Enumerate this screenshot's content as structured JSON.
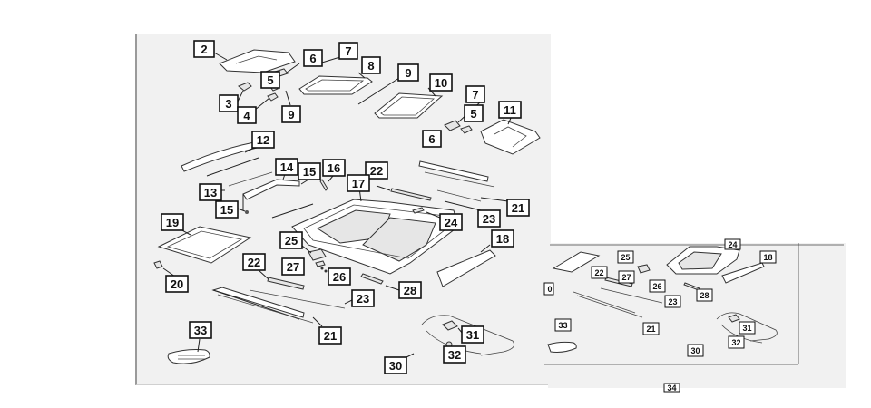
{
  "callouts": [
    {
      "id": "2",
      "text": "2"
    },
    {
      "id": "6a",
      "text": "6"
    },
    {
      "id": "7a",
      "text": "7"
    },
    {
      "id": "8",
      "text": "8"
    },
    {
      "id": "9a",
      "text": "9"
    },
    {
      "id": "10",
      "text": "10"
    },
    {
      "id": "5a",
      "text": "5"
    },
    {
      "id": "3",
      "text": "3"
    },
    {
      "id": "4",
      "text": "4"
    },
    {
      "id": "9b",
      "text": "9"
    },
    {
      "id": "7b",
      "text": "7"
    },
    {
      "id": "11",
      "text": "11"
    },
    {
      "id": "5b",
      "text": "5"
    },
    {
      "id": "6b",
      "text": "6"
    },
    {
      "id": "12",
      "text": "12"
    },
    {
      "id": "14",
      "text": "14"
    },
    {
      "id": "15a",
      "text": "15"
    },
    {
      "id": "16",
      "text": "16"
    },
    {
      "id": "22a",
      "text": "22"
    },
    {
      "id": "17",
      "text": "17"
    },
    {
      "id": "13",
      "text": "13"
    },
    {
      "id": "21a",
      "text": "21"
    },
    {
      "id": "15b",
      "text": "15"
    },
    {
      "id": "23a",
      "text": "23"
    },
    {
      "id": "24",
      "text": "24"
    },
    {
      "id": "19",
      "text": "19"
    },
    {
      "id": "18",
      "text": "18"
    },
    {
      "id": "25",
      "text": "25"
    },
    {
      "id": "20",
      "text": "20"
    },
    {
      "id": "22b",
      "text": "22"
    },
    {
      "id": "27",
      "text": "27"
    },
    {
      "id": "26",
      "text": "26"
    },
    {
      "id": "28",
      "text": "28"
    },
    {
      "id": "23b",
      "text": "23"
    },
    {
      "id": "21b",
      "text": "21"
    },
    {
      "id": "33",
      "text": "33"
    },
    {
      "id": "31",
      "text": "31"
    },
    {
      "id": "32",
      "text": "32"
    },
    {
      "id": "30",
      "text": "30"
    }
  ],
  "inset_callouts": [
    {
      "id": "i25",
      "text": "25"
    },
    {
      "id": "i24",
      "text": "24"
    },
    {
      "id": "i18",
      "text": "18"
    },
    {
      "id": "i22",
      "text": "22"
    },
    {
      "id": "i27",
      "text": "27"
    },
    {
      "id": "i26",
      "text": "26"
    },
    {
      "id": "i23",
      "text": "23"
    },
    {
      "id": "i28",
      "text": "28"
    },
    {
      "id": "i33",
      "text": "33"
    },
    {
      "id": "i21",
      "text": "21"
    },
    {
      "id": "i31",
      "text": "31"
    },
    {
      "id": "i32",
      "text": "32"
    },
    {
      "id": "i30",
      "text": "30"
    },
    {
      "id": "i34",
      "text": "34"
    },
    {
      "id": "i0",
      "text": "0"
    }
  ]
}
